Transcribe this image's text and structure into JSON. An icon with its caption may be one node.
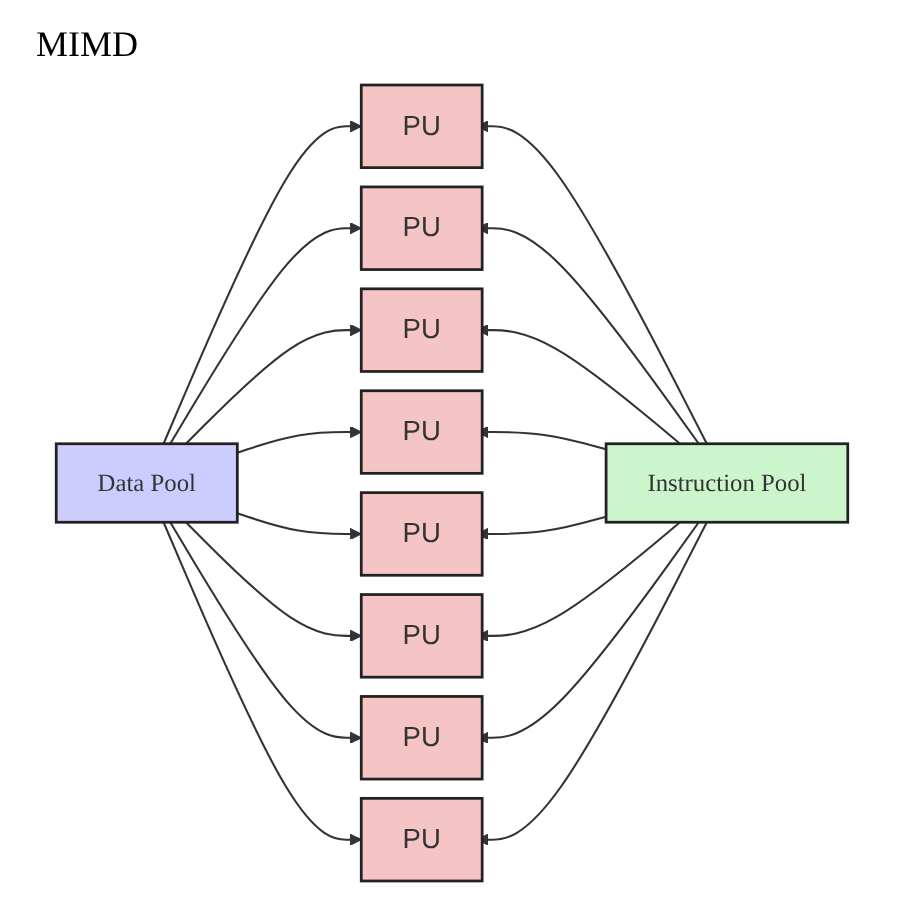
{
  "diagram": {
    "nodes": [
      {
        "text": [
          "Instruction Pool"
        ]
      },
      {
        "text": [
          "Data Pool"
        ]
      },
      {
        "text": [
          "PU"
        ]
      },
      {
        "text": [
          "PU"
        ]
      },
      {
        "text": [
          "PU"
        ]
      },
      {
        "text": [
          "PU"
        ]
      },
      {
        "text": [
          "PU"
        ]
      },
      {
        "text": [
          "PU"
        ]
      },
      {
        "text": [
          "PU"
        ]
      },
      {
        "text": [
          "PU"
        ]
      }
    ],
    "edges": [
      {
        "from": 1,
        "to": 2,
        "arrow": "to"
      },
      {
        "from": 0,
        "to": 2,
        "arrow": "to"
      },
      {
        "from": 1,
        "to": 3,
        "arrow": "to"
      },
      {
        "from": 0,
        "to": 3,
        "arrow": "to"
      },
      {
        "from": 1,
        "to": 4,
        "arrow": "to"
      },
      {
        "from": 0,
        "to": 4,
        "arrow": "to"
      },
      {
        "from": 1,
        "to": 5,
        "arrow": "to"
      },
      {
        "from": 0,
        "to": 5,
        "arrow": "to"
      },
      {
        "from": 1,
        "to": 6,
        "arrow": "to"
      },
      {
        "from": 0,
        "to": 6,
        "arrow": "to"
      },
      {
        "from": 1,
        "to": 7,
        "arrow": "to"
      },
      {
        "from": 0,
        "to": 7,
        "arrow": "to"
      },
      {
        "from": 1,
        "to": 8,
        "arrow": "to"
      },
      {
        "from": 0,
        "to": 8,
        "arrow": "to"
      },
      {
        "from": 1,
        "to": 9,
        "arrow": "to"
      },
      {
        "from": 0,
        "to": 9,
        "arrow": "to"
      }
    ],
    "labels": [
      "MIMD"
    ]
  }
}
